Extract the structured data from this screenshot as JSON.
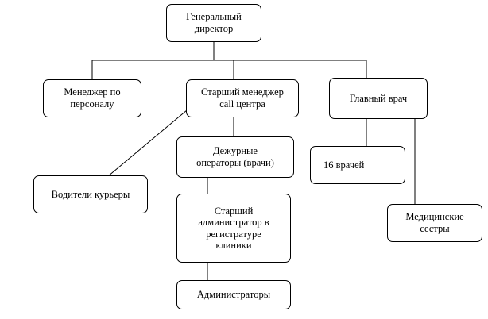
{
  "org_chart": {
    "nodes": {
      "ceo": "Генеральный\nдиректор",
      "hr_manager": "Менеджер по\nперсоналу",
      "senior_callcenter_manager": "Старший менеджер\ncall центра",
      "chief_doctor": "Главный врач",
      "duty_operators": "Дежурные\nоператоры (врачи)",
      "doctors_16": "16 врачей",
      "couriers": "Водители курьеры",
      "senior_admin": "Старший\nадминистратор в\nрегистратуре\nклиники",
      "nurses": "Медицинские\nсестры",
      "administrators": "Администраторы"
    },
    "line_color": "#000000",
    "box_border_color": "#000000",
    "background_color": "#ffffff"
  }
}
